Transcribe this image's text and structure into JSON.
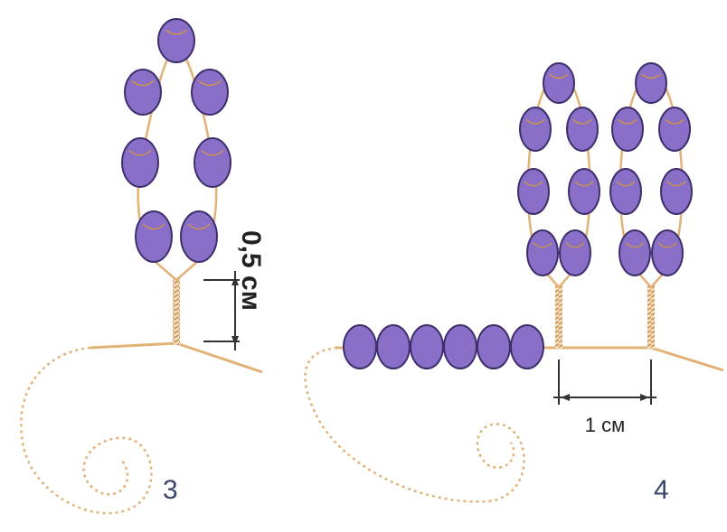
{
  "figures": [
    {
      "number": "3",
      "measurement": "0,5 см"
    },
    {
      "number": "4",
      "measurement": "1 см"
    }
  ],
  "colors": {
    "bead_fill": "#8a6fc9",
    "bead_stroke": "#3d2f6b",
    "wire": "#e2b277",
    "wire_dark": "#c9934f",
    "dimension": "#333333",
    "label": "#3a4468"
  }
}
